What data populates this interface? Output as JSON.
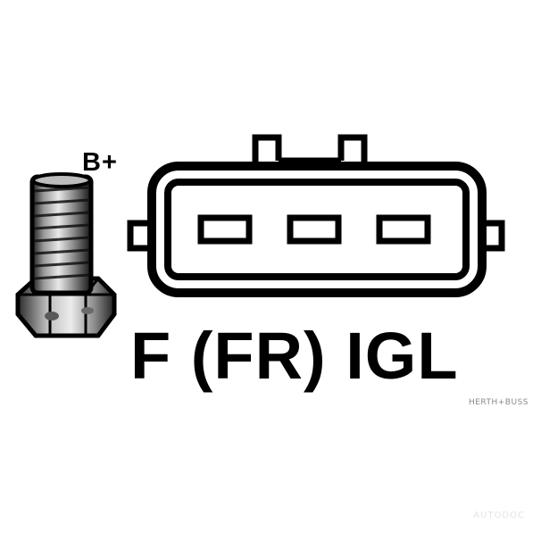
{
  "terminal": {
    "label": "B+"
  },
  "connector": {
    "pin_labels": "F (FR) IGL"
  },
  "watermarks": {
    "brand": "HERTH+BUSS",
    "faint": "AUTODOC"
  },
  "colors": {
    "ink": "#000000",
    "background": "#ffffff",
    "watermark": "#8a8a8a"
  }
}
